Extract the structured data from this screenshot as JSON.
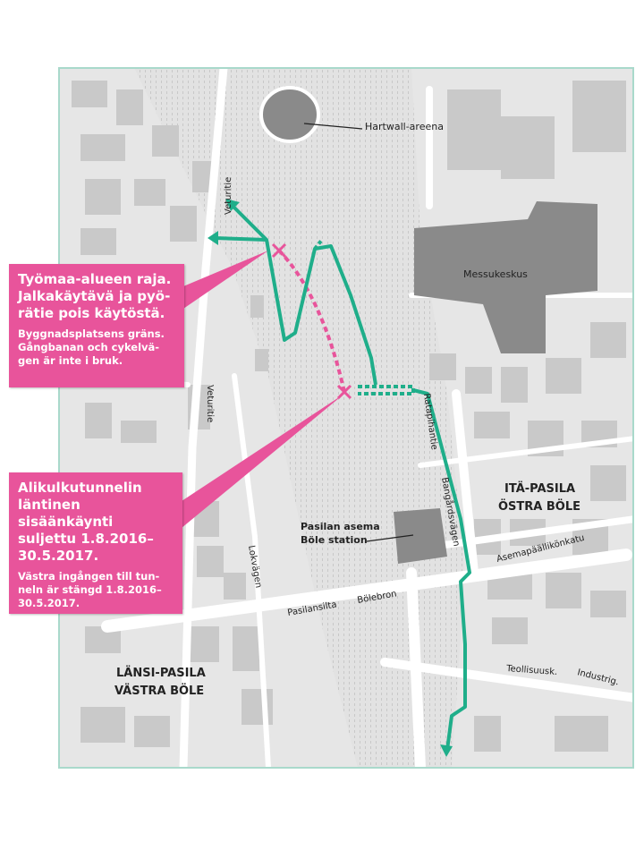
{
  "colors": {
    "route": "#1fae8a",
    "closed": "#e8549b",
    "building": "#c9c9c9",
    "landmark": "#8a8a8a",
    "ground": "#e6e6e6",
    "road": "#ffffff"
  },
  "landmarks": {
    "arena": "Hartwall-areena",
    "fair": "Messukeskus",
    "station_fi": "Pasilan asema",
    "station_sv": "Böle station"
  },
  "streets": {
    "veturitie_north": "Veturitie",
    "veturitie_south": "Veturitie",
    "ratapihantie": "Ratapihantie",
    "bangardsvagen": "Bangårdsvägen",
    "asemapaallikonkatu": "Asemapäällikönkatu",
    "pasilansilta": "Pasilansilta",
    "bolebron": "Bölebron",
    "lokvagen": "Lokvägen",
    "teollisuusk": "Teollisuusk.",
    "industrig": "Industrig."
  },
  "districts": {
    "east_fi": "ITÄ-PASILA",
    "east_sv": "ÖSTRA BÖLE",
    "west_fi": "LÄNSI-PASILA",
    "west_sv": "VÄSTRA BÖLE"
  },
  "callouts": [
    {
      "fi_lines": [
        "Työmaa-alueen raja.",
        "Jalkakäytävä ja pyö-",
        "rätie pois käytöstä."
      ],
      "sv_lines": [
        "Byggnadsplatsens gräns.",
        "Gångbanan och cykelvä-",
        "gen är inte i bruk."
      ]
    },
    {
      "fi_lines": [
        "Alikulkutunnelin",
        "läntinen sisäänkäynti",
        "suljettu 1.8.2016–",
        "30.5.2017."
      ],
      "sv_lines": [
        "Västra ingången till tun-",
        "neln är stängd 1.8.2016–",
        "30.5.2017."
      ]
    }
  ]
}
